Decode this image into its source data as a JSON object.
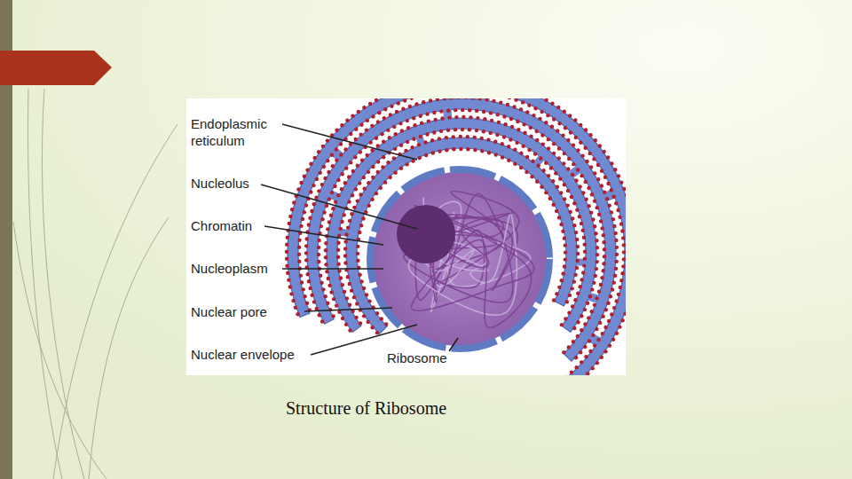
{
  "diagram": {
    "caption": "Structure of Ribosome",
    "labels": [
      "Endoplasmic reticulum",
      "Nucleolus",
      "Chromatin",
      "Nucleoplasm",
      "Nuclear pore",
      "Nuclear envelope",
      "Ribosome"
    ]
  }
}
